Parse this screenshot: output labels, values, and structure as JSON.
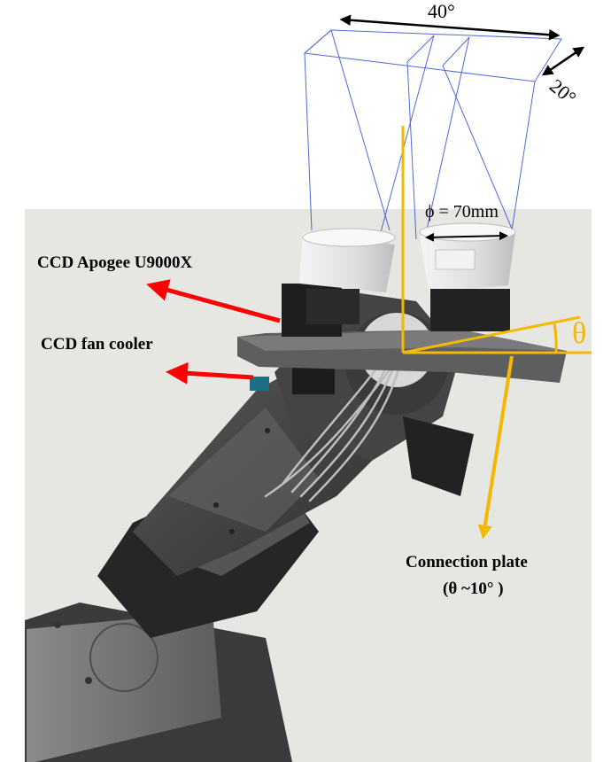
{
  "annotations": {
    "fov_width": "40°",
    "fov_height": "20°",
    "lens_diameter": "ϕ = 70mm",
    "theta_symbol": "θ",
    "ccd_camera": "CCD Apogee U9000X",
    "fan_cooler": "CCD fan cooler",
    "connection_plate_line1": "Connection plate",
    "connection_plate_line2": "(θ ~10° )"
  },
  "colors": {
    "pointer_arrow": "#ff0000",
    "angle_lines": "#f5b800",
    "fov_wireframe": "#2f4fd0",
    "mount_body": "#4a4a4a",
    "lens_barrel": "#e8e8e8",
    "background_wall": "#e6e6e3"
  }
}
